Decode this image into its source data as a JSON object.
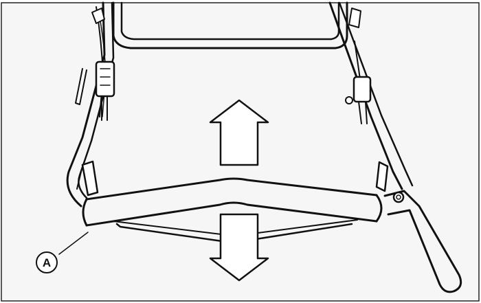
{
  "callouts": [
    {
      "label": "A"
    }
  ],
  "arrows": [
    {
      "direction": "up"
    },
    {
      "direction": "down"
    }
  ],
  "colors": {
    "background": "#ffffff",
    "paper": "#f6f6f6",
    "line": "#111111",
    "fill": "#ffffff"
  }
}
